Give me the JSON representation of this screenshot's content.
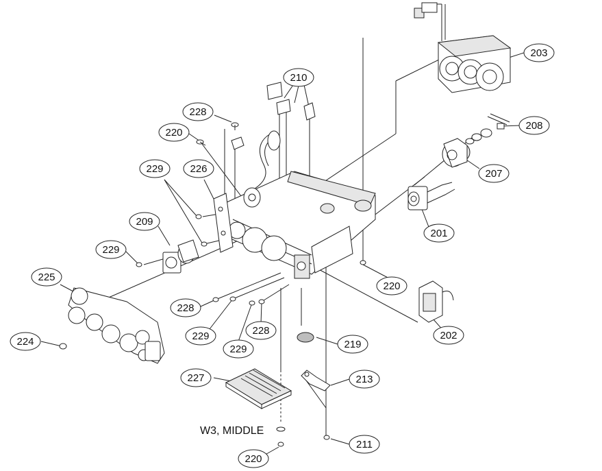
{
  "callouts": [
    {
      "id": "c203",
      "label": "203"
    },
    {
      "id": "c208",
      "label": "208"
    },
    {
      "id": "c210",
      "label": "210"
    },
    {
      "id": "c228a",
      "label": "228"
    },
    {
      "id": "c220a",
      "label": "220"
    },
    {
      "id": "c226",
      "label": "226"
    },
    {
      "id": "c229a",
      "label": "229"
    },
    {
      "id": "c207",
      "label": "207"
    },
    {
      "id": "c209",
      "label": "209"
    },
    {
      "id": "c201",
      "label": "201"
    },
    {
      "id": "c229b",
      "label": "229"
    },
    {
      "id": "c225",
      "label": "225"
    },
    {
      "id": "c220b",
      "label": "220"
    },
    {
      "id": "c228b",
      "label": "228"
    },
    {
      "id": "c202",
      "label": "202"
    },
    {
      "id": "c229c",
      "label": "229"
    },
    {
      "id": "c228c",
      "label": "228"
    },
    {
      "id": "c224",
      "label": "224"
    },
    {
      "id": "c229d",
      "label": "229"
    },
    {
      "id": "c219",
      "label": "219"
    },
    {
      "id": "c227",
      "label": "227"
    },
    {
      "id": "c213",
      "label": "213"
    },
    {
      "id": "c211",
      "label": "211"
    },
    {
      "id": "c220c",
      "label": "220"
    }
  ],
  "note": "W3, MIDDLE",
  "colors": {
    "line": "#222222",
    "shade": "#bdbdbd",
    "light": "#e6e6e6"
  }
}
